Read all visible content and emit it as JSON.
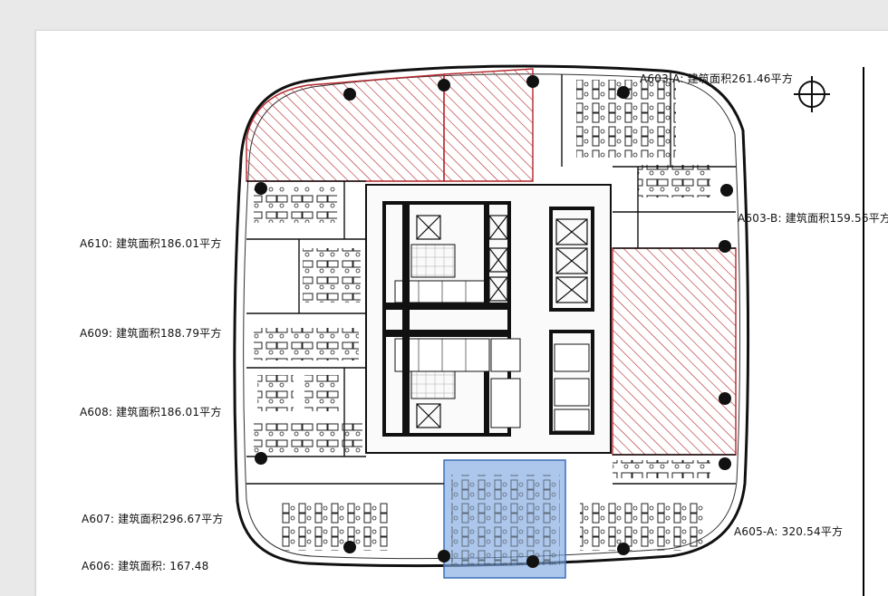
{
  "units": [
    {
      "id": "A603-A",
      "label": "A603-A: 建筑面积261.46平方"
    },
    {
      "id": "A603-B",
      "label": "A603-B: 建筑面积159.56平方"
    },
    {
      "id": "A610",
      "label": "A610: 建筑面积186.01平方"
    },
    {
      "id": "A609",
      "label": "A609: 建筑面积188.79平方"
    },
    {
      "id": "A608",
      "label": "A608: 建筑面积186.01平方"
    },
    {
      "id": "A607",
      "label": "A607: 建筑面积296.67平方"
    },
    {
      "id": "A606",
      "label": "A606: 建筑面积: 167.48"
    },
    {
      "id": "A605-A",
      "label": "A605-A: 320.54平方"
    }
  ],
  "colors": {
    "hatch": "#b3262a",
    "highlight": "#7fa9e0",
    "wall": "#111111"
  },
  "icons": [
    "north-arrow-icon"
  ]
}
